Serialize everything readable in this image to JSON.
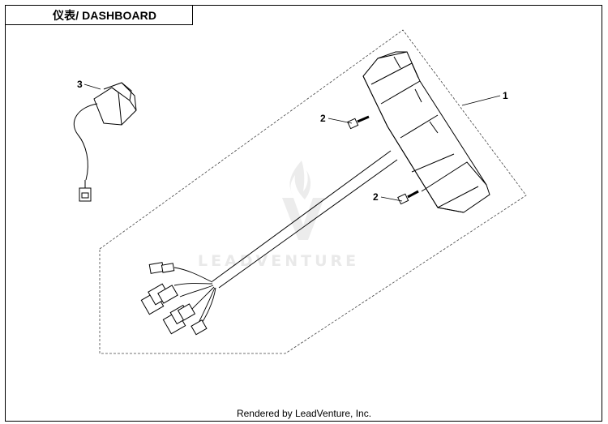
{
  "title": "仪表/ DASHBOARD",
  "footer": "Rendered by LeadVenture, Inc.",
  "watermark": "LEADVENTURE",
  "callouts": [
    {
      "label": "1"
    },
    {
      "label": "2"
    },
    {
      "label": "2"
    },
    {
      "label": "3"
    }
  ]
}
